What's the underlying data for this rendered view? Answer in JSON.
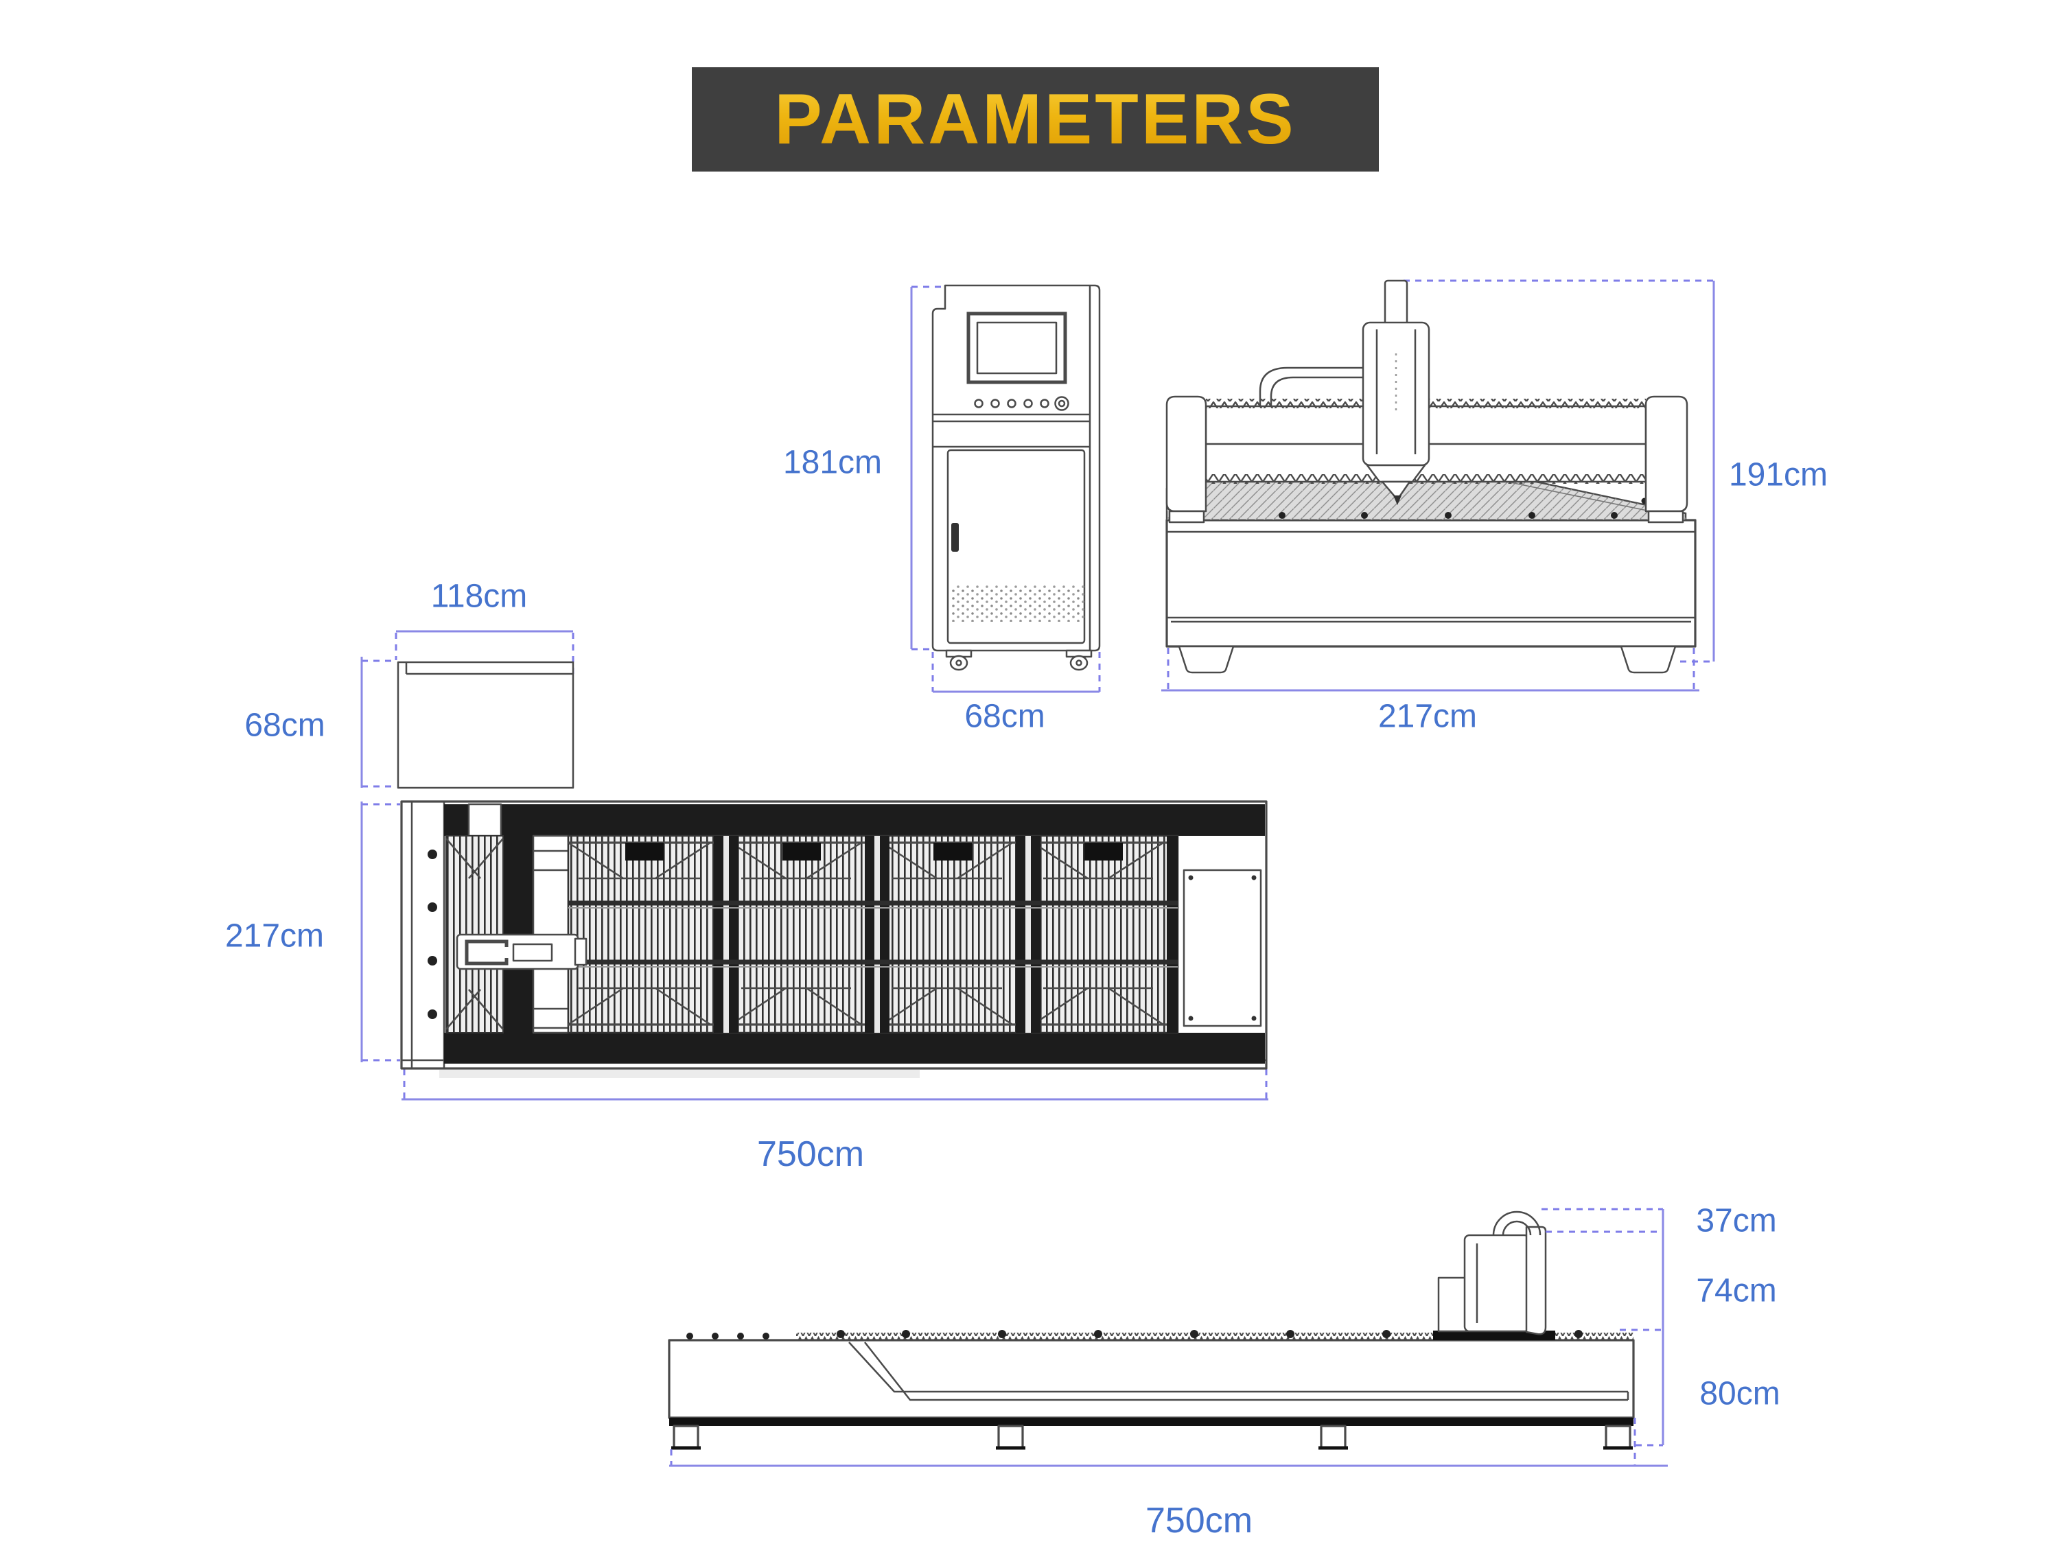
{
  "title": {
    "text": "PARAMETERS"
  },
  "colors": {
    "banner_bg": "#3f3f3f",
    "banner_gold_top": "#f7ce3a",
    "banner_gold_bottom": "#dd9c04",
    "label_blue": "#4573cd",
    "dim_line_violet": "#8a88e6",
    "drawing_stroke": "#4a4a4a"
  },
  "views": {
    "control_cabinet": {
      "height": "181cm",
      "width": "68cm"
    },
    "machine_front": {
      "height": "191cm",
      "width": "217cm"
    },
    "cover_box_top": {
      "width": "118cm",
      "depth": "68cm"
    },
    "machine_top": {
      "depth": "217cm",
      "length": "750cm"
    },
    "machine_side": {
      "head_height": "37cm",
      "body_height": "74cm",
      "bed_height": "80cm",
      "length": "750cm"
    }
  }
}
